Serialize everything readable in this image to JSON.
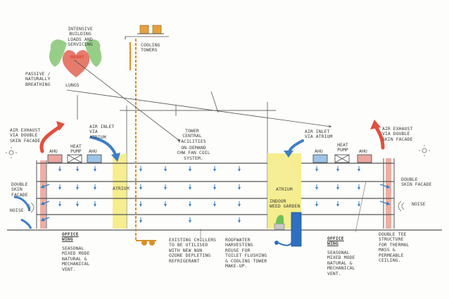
{
  "annotations": {
    "intensive_building": "INTENSIVE\nBUILDING\nLOADS AND\nSERVICING",
    "heart": "HEART",
    "lungs": "LUNGS",
    "passive_breathing": "PASSIVE /\nNATURALLY\nBREATHING",
    "cooling_towers": "COOLING\nTOWERS",
    "tower_central_facilities": "TOWER\nCENTRAL\nFACILITIES",
    "on_demand": "ON-DEMAND\nCHW FAN COIL\nSYSTEM.",
    "air_exhaust_left": "AIR EXHAUST\nVIA DOUBLE\nSKIN FACADE",
    "air_inlet_left": "AIR INLET\nVIA\nATRIUM",
    "air_inlet_right": "AIR INLET\nVIA ATRIUM",
    "air_exhaust_right": "AIR EXHAUST\nVIA DOUBLE\nSKIN FACADE",
    "heat_pump_left": "HEAT\nPUMP",
    "heat_pump_right": "HEAT\nPUMP",
    "ahu_1": "AHU",
    "ahu_2": "AHU",
    "ahu_3": "AHU",
    "ahu_4": "AHU",
    "double_skin_left": "DOUBLE\nSKIN\nFACADE",
    "double_skin_right": "DOUBLE\nSKIN FACADE",
    "noise_left": "NOISE",
    "noise_right": "NOISE",
    "atrium_left": "ATRIUM",
    "atrium_right": "ATRIUM",
    "indoor_garden": "INDOOR\nWEED GARDEN",
    "office_wing_left_title": "OFFICE\nWING",
    "office_wing_left_desc": "SEASONAL\nMIXED MODE\nNATURAL &\nMECHANICAL\nVENT.",
    "existing_chillers": "EXISTING CHILLERS\nTO BE UTILISED\nWITH NEW NON\nOZONE DEPLETING\nREFRIGERANT",
    "rainwater": "ROOFWATER\nHARVESTING\nREUSE FOR\nTOILET FLUSHING\n& COOLING TOWER\nMAKE-UP.",
    "office_wing_right_title": "OFFICE\nWING",
    "office_wing_right_desc": "SEASONAL\nMIXED MODE\nNATURAL &\nMECHANICAL\nVENT.",
    "double_tee": "DOUBLE TEE\nSTRUCTURE\nFOR THERMAL\nMASS &\nPERMEABLE\nCEILING."
  },
  "colors": {
    "ink": "#3a3a3a",
    "cool_blue": "#3d7fc4",
    "warm_red": "#e0503c",
    "atrium_yellow": "#f3ea7a",
    "green_lung": "#8cc97a",
    "pipe_orange": "#d9902a"
  }
}
